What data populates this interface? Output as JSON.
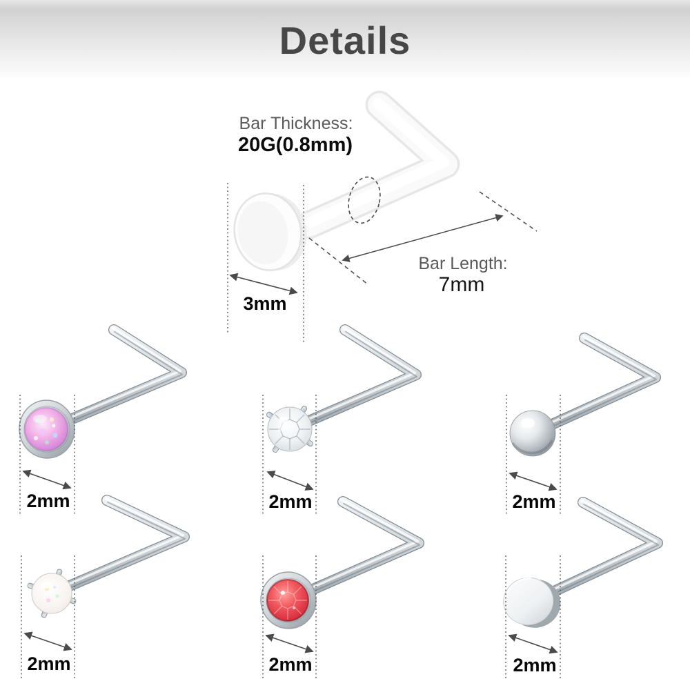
{
  "header": {
    "title": "Details"
  },
  "diagram": {
    "bar_thickness_label": "Bar Thickness:",
    "bar_thickness_value": "20G(0.8mm)",
    "bar_length_label": "Bar Length:",
    "bar_length_value": "7mm",
    "head_width_value": "3mm"
  },
  "studs": [
    {
      "name": "pink-opal-l-stud",
      "size_label": "2mm"
    },
    {
      "name": "clear-cz-l-stud",
      "size_label": "2mm"
    },
    {
      "name": "silver-ball-l-stud",
      "size_label": "2mm"
    },
    {
      "name": "white-opal-l-stud",
      "size_label": "2mm"
    },
    {
      "name": "red-cz-l-stud",
      "size_label": "2mm"
    },
    {
      "name": "flat-disc-l-stud",
      "size_label": "2mm"
    }
  ],
  "colors": {
    "banner_gray": "#d1d1d1",
    "title_text": "#474747",
    "label_gray": "#5a5a5a",
    "label_black": "#0c0c0c",
    "silver": "#b9c1c6",
    "pink_opal": "#e09ade",
    "red_gem": "#d92f3f"
  }
}
